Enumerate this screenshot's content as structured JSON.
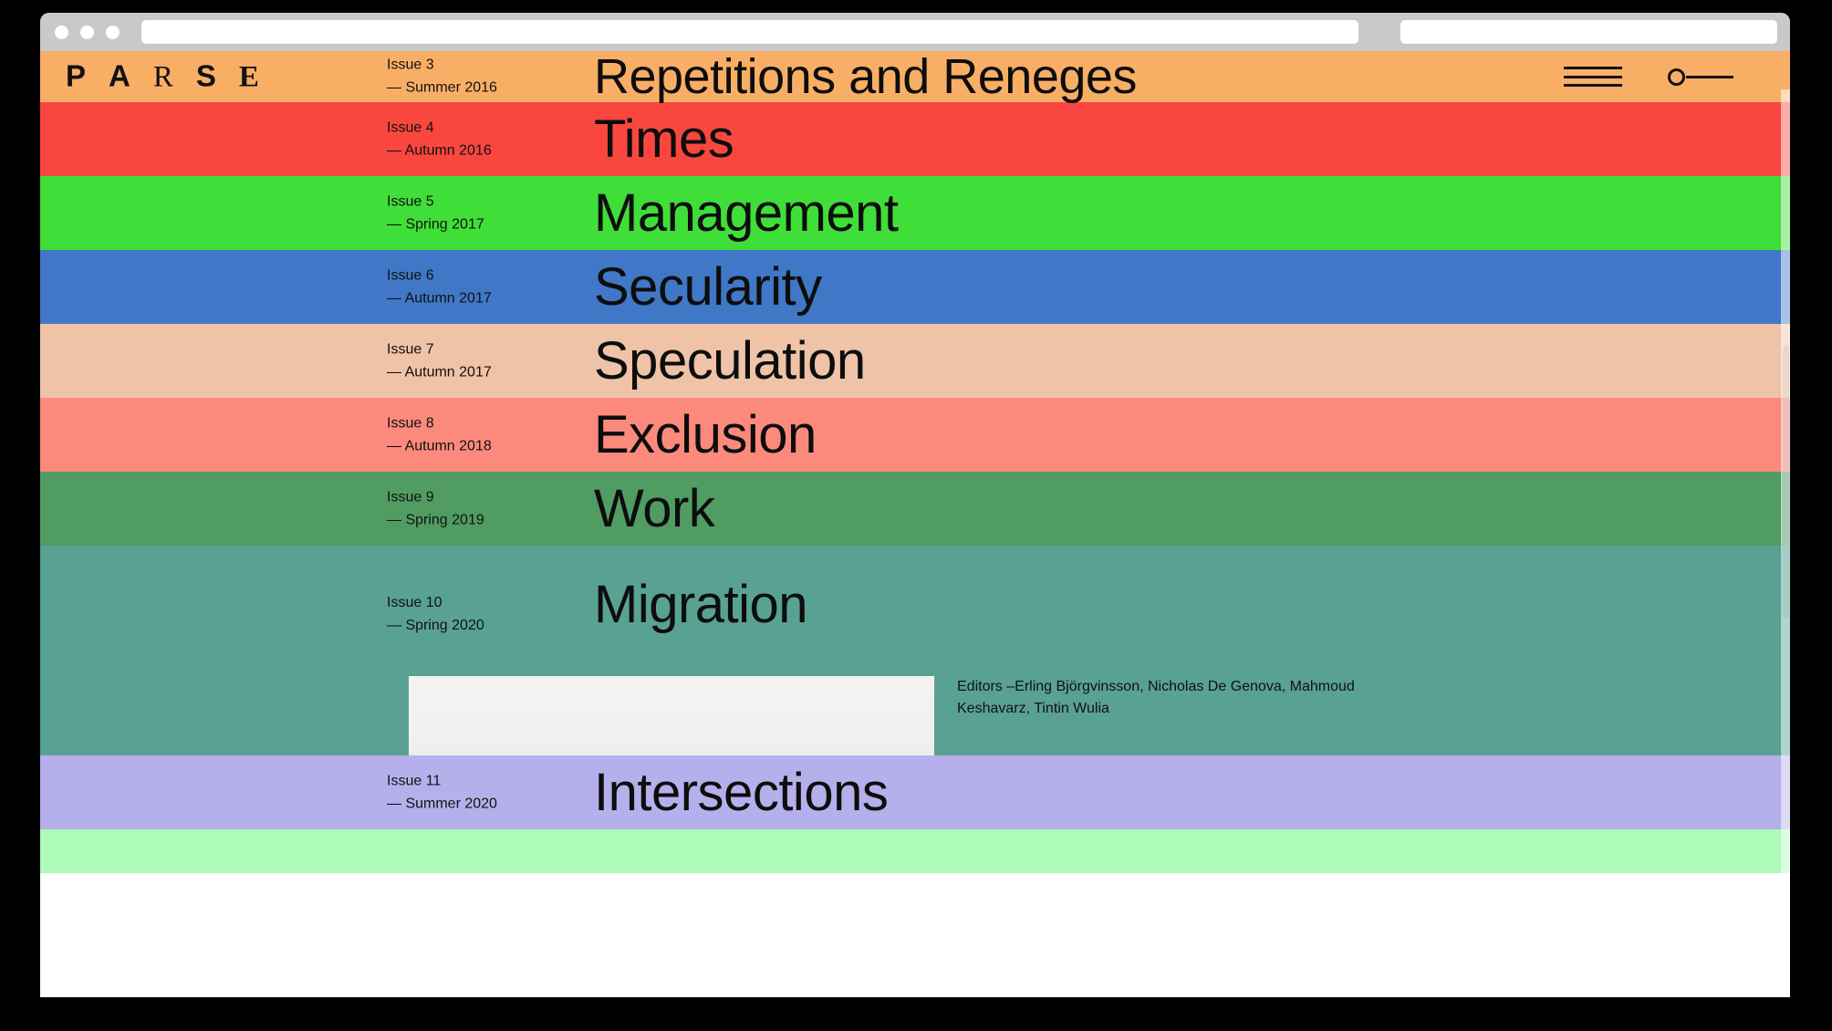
{
  "browser": {
    "traffic_lights": [
      "close",
      "minimize",
      "maximize"
    ],
    "url_value": "",
    "url_placeholder": "",
    "aux_value": "",
    "aux_placeholder": ""
  },
  "site": {
    "logo_letters": [
      "P",
      "A",
      "R",
      "S",
      "E"
    ],
    "header_background": "#F9AE66",
    "menu_icon": "hamburger-icon",
    "toggle_icon": "circle-line-icon"
  },
  "issues": [
    {
      "number": "Issue 3",
      "season": "— Summer 2016",
      "title": "Repetitions and Reneges",
      "color": "#F9AE66",
      "expanded": false
    },
    {
      "number": "Issue 4",
      "season": "— Autumn 2016",
      "title": "Times",
      "color": "#F9473F",
      "expanded": false
    },
    {
      "number": "Issue 5",
      "season": "— Spring 2017",
      "title": "Management",
      "color": "#3FDE38",
      "expanded": false
    },
    {
      "number": "Issue 6",
      "season": "— Autumn 2017",
      "title": "Secularity",
      "color": "#4077C6",
      "expanded": false
    },
    {
      "number": "Issue 7",
      "season": "— Autumn 2017",
      "title": "Speculation",
      "color": "#EFC3A8",
      "expanded": false
    },
    {
      "number": "Issue 8",
      "season": "— Autumn 2018",
      "title": "Exclusion",
      "color": "#FB8A7D",
      "expanded": false
    },
    {
      "number": "Issue 9",
      "season": "— Spring 2019",
      "title": "Work",
      "color": "#509C62",
      "expanded": false
    },
    {
      "number": "Issue 10",
      "season": "— Spring 2020",
      "title": "Migration",
      "color": "#58A193",
      "expanded": true,
      "editors": "Editors –Erling Björgvinsson, Nicholas De Genova, Mahmoud Keshavarz, Tintin Wulia"
    },
    {
      "number": "Issue 11",
      "season": "— Summer 2020",
      "title": "Intersections",
      "color": "#B5AFEC",
      "expanded": false
    }
  ],
  "tail_row": {
    "color": "#ADFAB9"
  }
}
